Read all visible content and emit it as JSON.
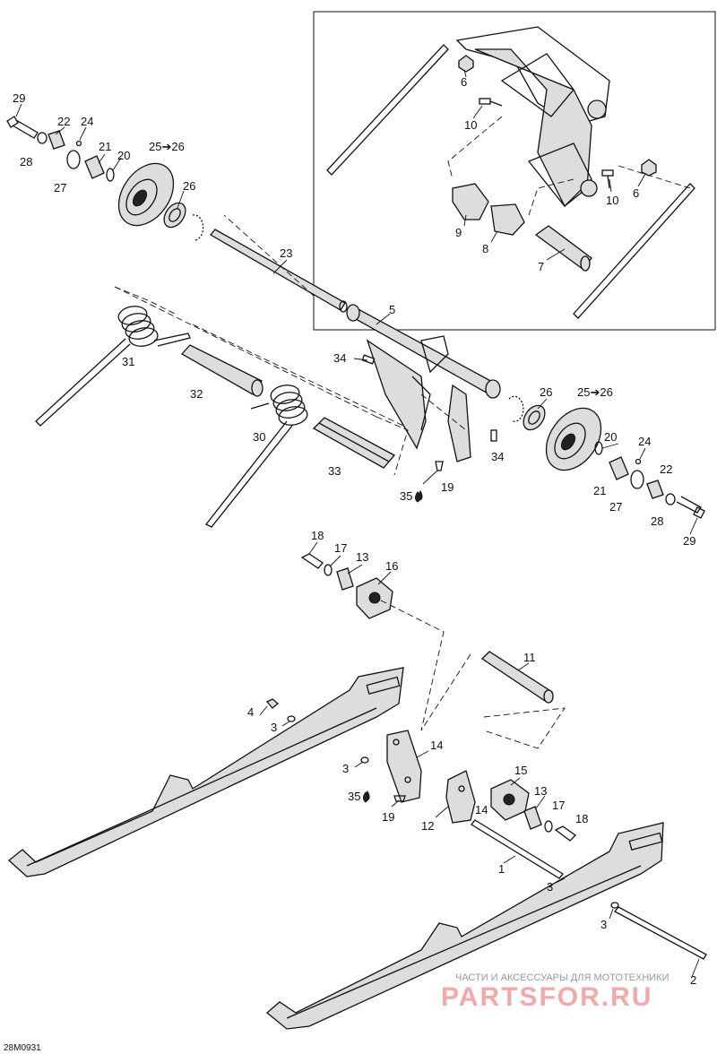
{
  "diagram": {
    "drawing_code": "28M0931",
    "watermark": {
      "line1": "ЧАСТИ И АКСЕССУАРЫ ДЛЯ МОТОТЕХНИКИ",
      "line2": "PARTSFOR.RU"
    },
    "callouts": {
      "c29a": "29",
      "c22a": "22",
      "c24a": "24",
      "c28a": "28",
      "c21a": "21",
      "c20a": "20",
      "c2526a": "25➔26",
      "c27a": "27",
      "c26a": "26",
      "c6a": "6",
      "c10a": "10",
      "c10b": "10",
      "c6b": "6",
      "c9": "9",
      "c8": "8",
      "c7": "7",
      "c23": "23",
      "c5": "5",
      "c31": "31",
      "c32": "32",
      "c34a": "34",
      "c30": "30",
      "c26b": "26",
      "c2526b": "25➔26",
      "c20b": "20",
      "c24b": "24",
      "c33": "33",
      "c34b": "34",
      "c35a": "35",
      "c19a": "19",
      "c21b": "21",
      "c22b": "22",
      "c27b": "27",
      "c28b": "28",
      "c29b": "29",
      "c18a": "18",
      "c17a": "17",
      "c13a": "13",
      "c16": "16",
      "c11": "11",
      "c4": "4",
      "c3a": "3",
      "c14a": "14",
      "c3b": "3",
      "c15": "15",
      "c35b": "35",
      "c13b": "13",
      "c19b": "19",
      "c12": "12",
      "c14b": "14",
      "c17b": "17",
      "c18b": "18",
      "c1": "1",
      "c3c": "3",
      "c3d": "3",
      "c2": "2"
    }
  }
}
